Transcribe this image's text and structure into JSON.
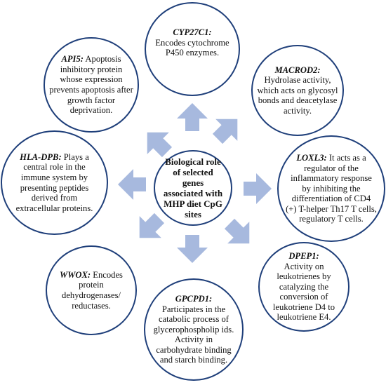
{
  "center": {
    "title": "Biological role of selected genes associated with MHP diet CpG sites"
  },
  "genes": [
    {
      "id": "cyp27c1",
      "name": "CYP27C1:",
      "description": "Encodes cytochrome P450 enzymes."
    },
    {
      "id": "macrod2",
      "name": "MACROD2:",
      "description": "Hydrolase activity, which acts on glycosyl bonds and deacetylase activity."
    },
    {
      "id": "loxl3",
      "name": "LOXL3:",
      "description": "It acts as a regulator of the inflammatory response by inhibiting the differentiation of CD4 (+) T-helper Th17 T cells, regulatory T cells."
    },
    {
      "id": "dpep1",
      "name": "DPEP1:",
      "description": "Activity on leukotrienes by catalyzing the conversion of leukotriene D4 to leukotriene E4."
    },
    {
      "id": "gpcpd1",
      "name": "GPCPD1:",
      "description": "Participates in the catabolic process of glycerophospholip ids. Activity in carbohydrate binding and starch binding."
    },
    {
      "id": "wwox",
      "name": "WWOX:",
      "description": "Encodes protein dehydrogenases/ reductases."
    },
    {
      "id": "hla-dpb",
      "name": "HLA-DPB:",
      "description": "Plays a central role in the immune system by presenting peptides derived from extracellular proteins."
    },
    {
      "id": "api5",
      "name": "API5:",
      "description": "Apoptosis inhibitory protein whose expression prevents apoptosis after growth factor deprivation."
    }
  ],
  "colors": {
    "arrow": "#a7b9de",
    "border": "#1f3f7a",
    "text": "#111111"
  }
}
